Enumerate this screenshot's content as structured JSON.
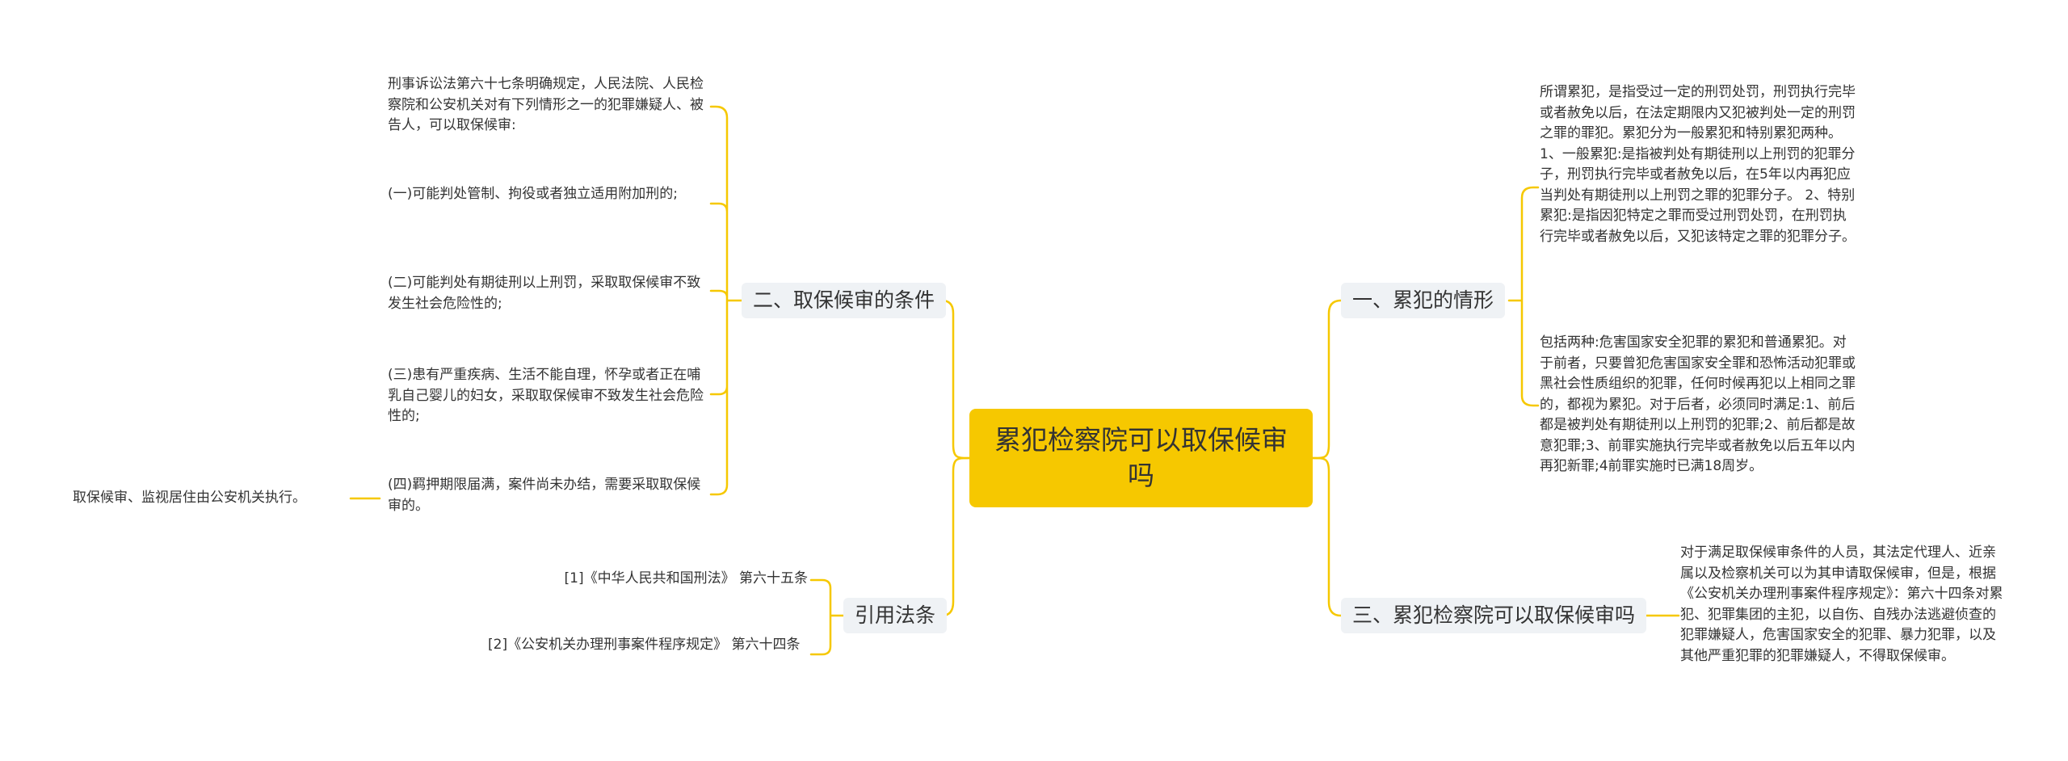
{
  "colors": {
    "accent": "#f6c800",
    "branch_bg": "#eff2f5",
    "line": "#f6c800",
    "text": "#333333"
  },
  "root": {
    "title": "累犯检察院可以取保候审吗"
  },
  "left": {
    "conditions": {
      "label": "二、取保候审的条件",
      "items": [
        "刑事诉讼法第六十七条明确规定，人民法院、人民检察院和公安机关对有下列情形之一的犯罪嫌疑人、被告人，可以取保候审:",
        "(一)可能判处管制、拘役或者独立适用附加刑的;",
        "(二)可能判处有期徒刑以上刑罚，采取取保候审不致发生社会危险性的;",
        "(三)患有严重疾病、生活不能自理，怀孕或者正在哺乳自己婴儿的妇女，采取取保候审不致发生社会危险性的;",
        "(四)羁押期限届满，案件尚未办结，需要采取取保候审的。"
      ],
      "sub_note": "取保候审、监视居住由公安机关执行。"
    },
    "laws": {
      "label": "引用法条",
      "items": [
        "[1]《中华人民共和国刑法》 第六十五条",
        "[2]《公安机关办理刑事案件程序规定》 第六十四条"
      ]
    }
  },
  "right": {
    "recidivism": {
      "label": "一、累犯的情形",
      "items": [
        "所谓累犯，是指受过一定的刑罚处罚，刑罚执行完毕或者赦免以后，在法定期限内又犯被判处一定的刑罚之罪的罪犯。累犯分为一般累犯和特别累犯两种。 1、一般累犯:是指被判处有期徒刑以上刑罚的犯罪分子，刑罚执行完毕或者赦免以后，在5年以内再犯应当判处有期徒刑以上刑罚之罪的犯罪分子。 2、特别累犯:是指因犯特定之罪而受过刑罚处罚，在刑罚执行完毕或者赦免以后，又犯该特定之罪的犯罪分子。",
        "包括两种:危害国家安全犯罪的累犯和普通累犯。对于前者，只要曾犯危害国家安全罪和恐怖活动犯罪或黑社会性质组织的犯罪，任何时候再犯以上相同之罪的，都视为累犯。对于后者，必须同时满足:1、前后都是被判处有期徒刑以上刑罚的犯罪;2、前后都是故意犯罪;3、前罪实施执行完毕或者赦免以后五年以内再犯新罪;4前罪实施时已满18周岁。"
      ]
    },
    "can_bail": {
      "label": "三、累犯检察院可以取保候审吗",
      "items": [
        "对于满足取保候审条件的人员，其法定代理人、近亲属以及检察机关可以为其申请取保候审，但是，根据《公安机关办理刑事案件程序规定》：第六十四条对累犯、犯罪集团的主犯，以自伤、自残办法逃避侦查的犯罪嫌疑人，危害国家安全的犯罪、暴力犯罪，以及其他严重犯罪的犯罪嫌疑人，不得取保候审。"
      ]
    }
  }
}
